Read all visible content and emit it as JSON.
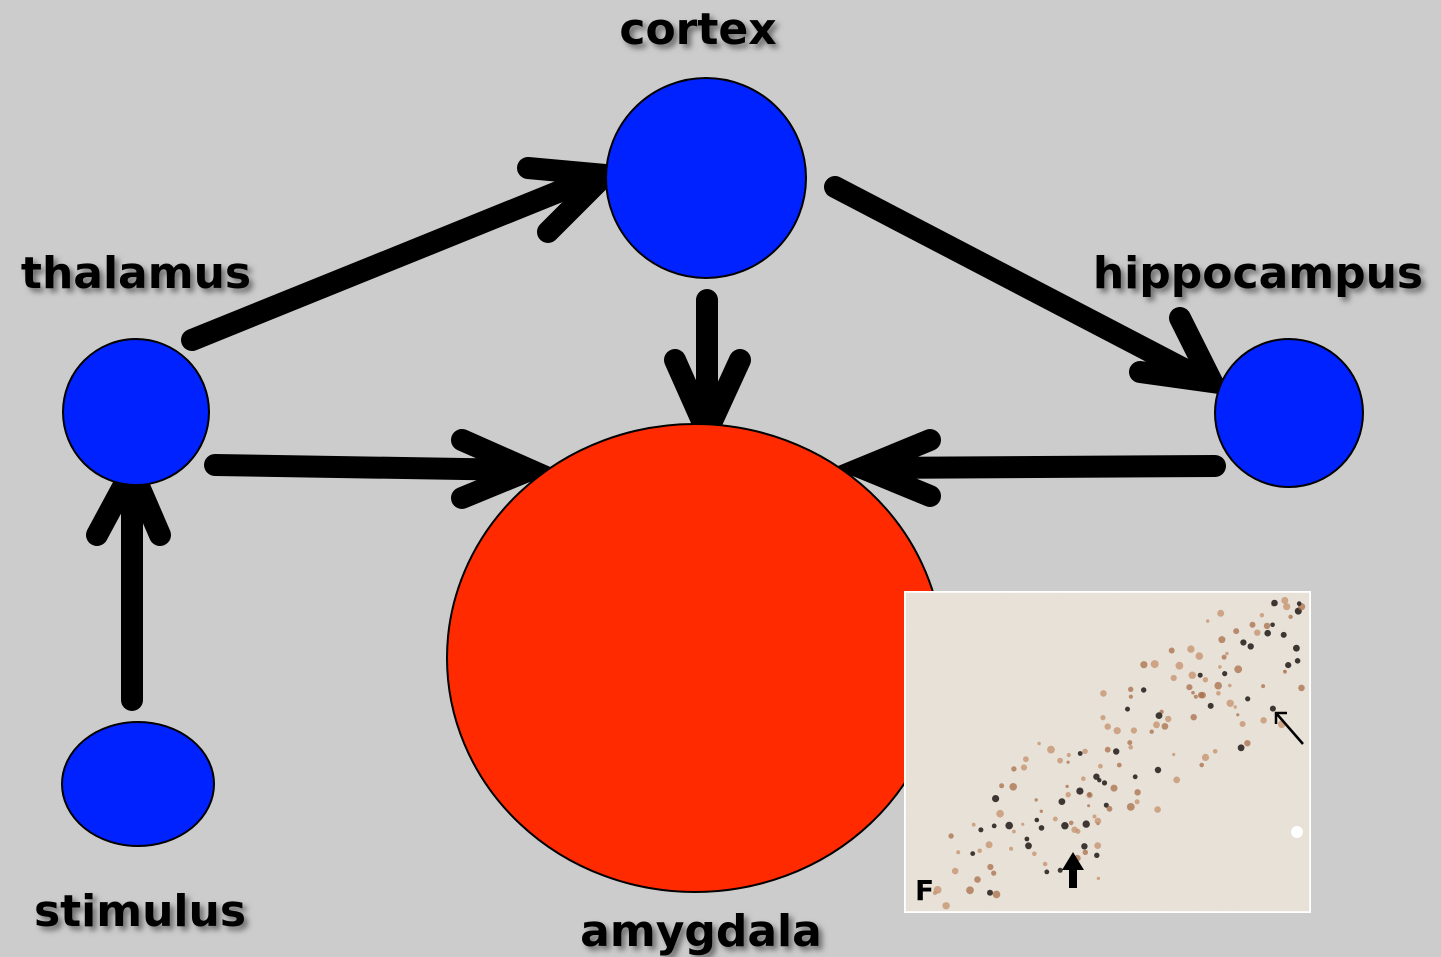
{
  "diagram": {
    "nodes": {
      "cortex": {
        "label": "cortex",
        "color": "#0022ff"
      },
      "thalamus": {
        "label": "thalamus",
        "color": "#0022ff"
      },
      "hippocampus": {
        "label": "hippocampus",
        "color": "#0022ff"
      },
      "stimulus": {
        "label": "stimulus",
        "color": "#0022ff"
      },
      "amygdala": {
        "label": "amygdala",
        "color": "#ff2a00"
      }
    },
    "edges": [
      {
        "from": "stimulus",
        "to": "thalamus"
      },
      {
        "from": "thalamus",
        "to": "cortex"
      },
      {
        "from": "thalamus",
        "to": "amygdala"
      },
      {
        "from": "cortex",
        "to": "amygdala"
      },
      {
        "from": "cortex",
        "to": "hippocampus"
      },
      {
        "from": "hippocampus",
        "to": "amygdala"
      }
    ],
    "inset": {
      "panel_label": "F"
    },
    "colors": {
      "background": "#cccccc",
      "arrow": "#000000",
      "label_shadow": "#6e6e6e"
    }
  }
}
